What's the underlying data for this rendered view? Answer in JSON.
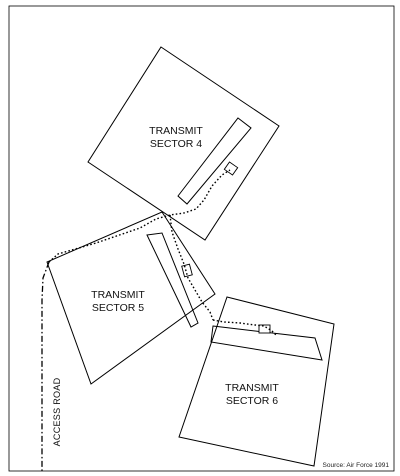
{
  "sectors": [
    {
      "line1": "TRANSMIT",
      "line2": "SECTOR 4"
    },
    {
      "line1": "TRANSMIT",
      "line2": "SECTOR 5"
    },
    {
      "line1": "TRANSMIT",
      "line2": "SECTOR 6"
    }
  ],
  "road_label": "ACCESS ROAD",
  "source": "Source:  Air Force 1991"
}
